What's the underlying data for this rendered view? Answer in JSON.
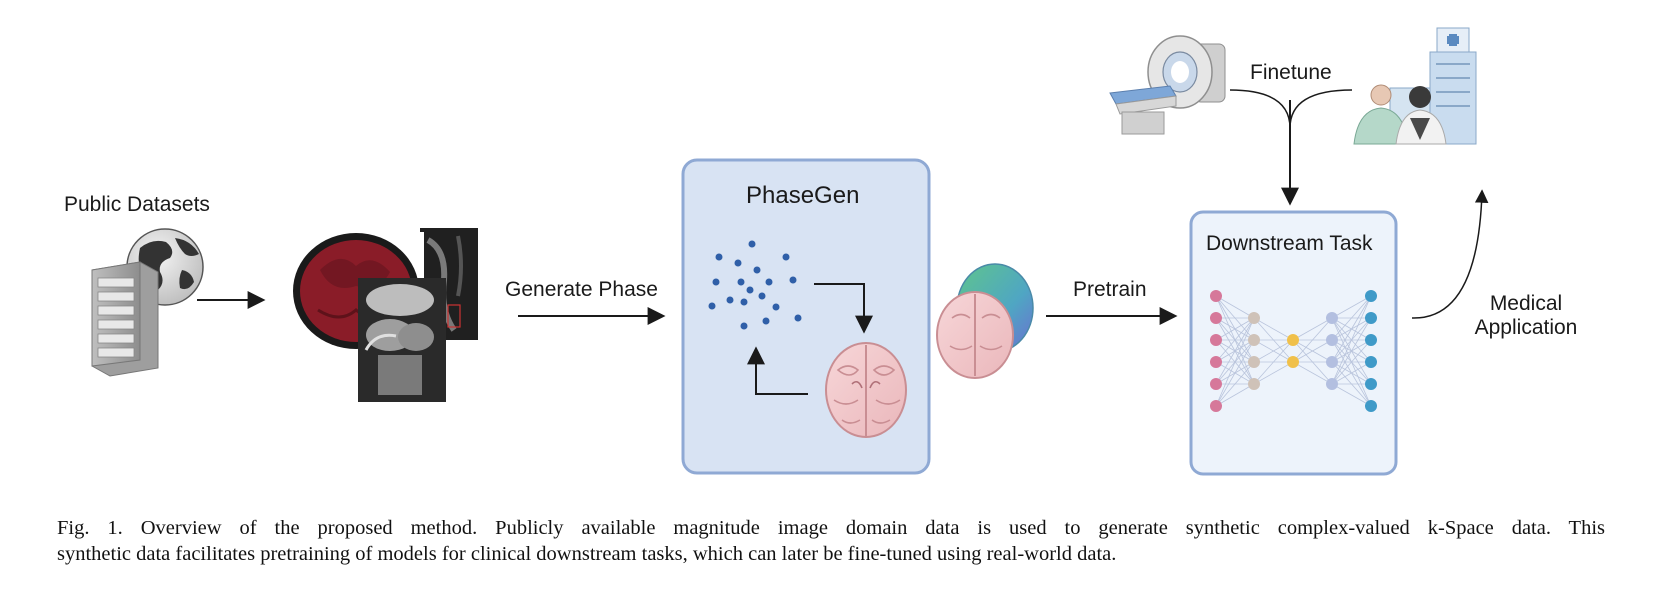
{
  "labels": {
    "public_datasets": "Public Datasets",
    "generate_phase": "Generate Phase",
    "phasegen": "PhaseGen",
    "pretrain": "Pretrain",
    "downstream_task": "Downstream Task",
    "finetune": "Finetune",
    "medical_application_line1": "Medical",
    "medical_application_line2": "Application"
  },
  "caption": {
    "line1": "Fig. 1.  Overview of the proposed method. Publicly available magnitude image domain data is used to generate synthetic complex-valued k-Space data. This",
    "line2": "synthetic data facilitates pretraining of models for clinical downstream tasks, which can later be fine-tuned using real-world data."
  },
  "icons": [
    "server-icon",
    "globe-icon",
    "mri-brain-image",
    "mri-knee-image",
    "mri-scanner-icon",
    "doctors-icon",
    "hospital-icon",
    "brain-icon",
    "neural-network-icon"
  ],
  "colors": {
    "box_fill": "#d8e3f3",
    "box_border": "#8fa9d4",
    "box2_fill": "#edf3fb",
    "dot_blue": "#2f5fa8",
    "node_pink": "#d6789a",
    "node_beige": "#cfc2b8",
    "node_yellow": "#f0c04a",
    "node_lavender": "#b3bfe0",
    "node_teal": "#3f9ac8",
    "arrow": "#1a1a1a"
  }
}
